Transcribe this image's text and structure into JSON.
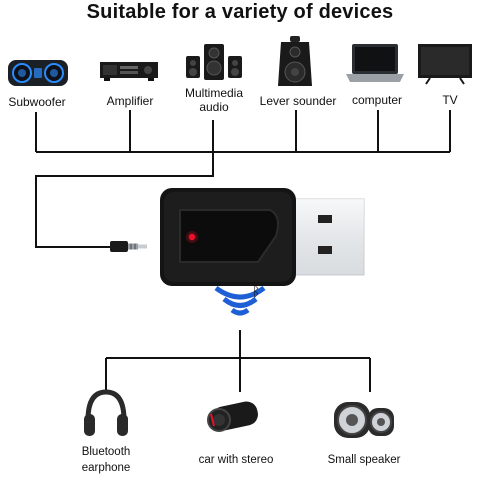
{
  "title": "Suitable for a variety of devices",
  "top_devices": [
    {
      "label": "Subwoofer",
      "icon": "speaker-bar-icon"
    },
    {
      "label": "Amplifier",
      "icon": "amplifier-icon"
    },
    {
      "label": "Multimedia\naudio",
      "icon": "multimedia-speakers-icon"
    },
    {
      "label": "Lever sounder",
      "icon": "pa-speaker-icon"
    },
    {
      "label": "computer",
      "icon": "laptop-icon"
    },
    {
      "label": "TV",
      "icon": "tv-icon"
    }
  ],
  "bottom_devices": [
    {
      "label": "Bluetooth\nearphone",
      "icon": "headphones-icon"
    },
    {
      "label": "car with stereo",
      "icon": "car-speaker-icon"
    },
    {
      "label": "Small speaker",
      "icon": "small-speaker-icon"
    }
  ],
  "bluetooth_symbol": "ᛒ",
  "colors": {
    "wave": "#1e5fd6",
    "led": "#e8102a",
    "line": "#111111"
  }
}
